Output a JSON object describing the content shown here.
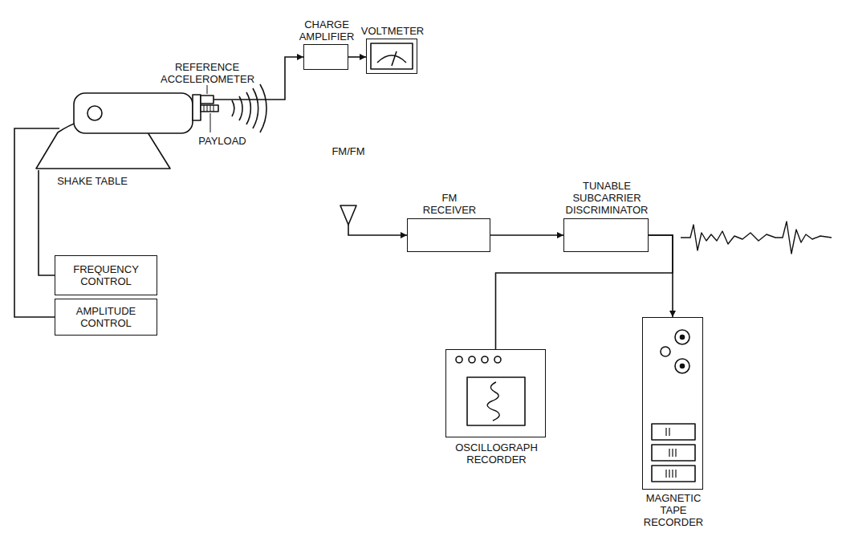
{
  "diagram": {
    "nodes": [
      {
        "text": [
          "CHARGE AMPLIFIER"
        ]
      },
      {
        "text": [
          "VOLTMETER"
        ]
      },
      {
        "text": [
          "SHAKE TABLE"
        ]
      },
      {
        "text": [
          "FM/FM"
        ]
      },
      {
        "text": [
          "FM RECEIVER"
        ]
      },
      {
        "text": [
          "TUNABLE SUBCARRIER DISCRIMINATOR"
        ]
      },
      {
        "text": [
          "FREQUENCY CONTROL"
        ]
      },
      {
        "text": [
          "AMPLITUDE CONTROL"
        ]
      },
      {
        "text": [
          "OSCILLOGRAPH RECORDER"
        ]
      },
      {
        "text": [
          "MAGNETIC TAPE RECORDER"
        ]
      }
    ],
    "edges": [
      {
        "from": 2,
        "to": 0,
        "arrow": "to"
      },
      {
        "from": 0,
        "to": 1,
        "arrow": "to"
      },
      {
        "from": 3,
        "to": 4,
        "arrow": "to"
      },
      {
        "from": 4,
        "to": 5,
        "arrow": "to"
      },
      {
        "from": 5,
        "to": 8,
        "arrow": "none"
      },
      {
        "from": 5,
        "to": 9,
        "arrow": "to"
      },
      {
        "from": 6,
        "to": 2,
        "arrow": "none"
      },
      {
        "from": 7,
        "to": 2,
        "arrow": "none"
      }
    ],
    "labels": [
      "REFERENCE ACCELEROMETER",
      "PAYLOAD"
    ]
  }
}
